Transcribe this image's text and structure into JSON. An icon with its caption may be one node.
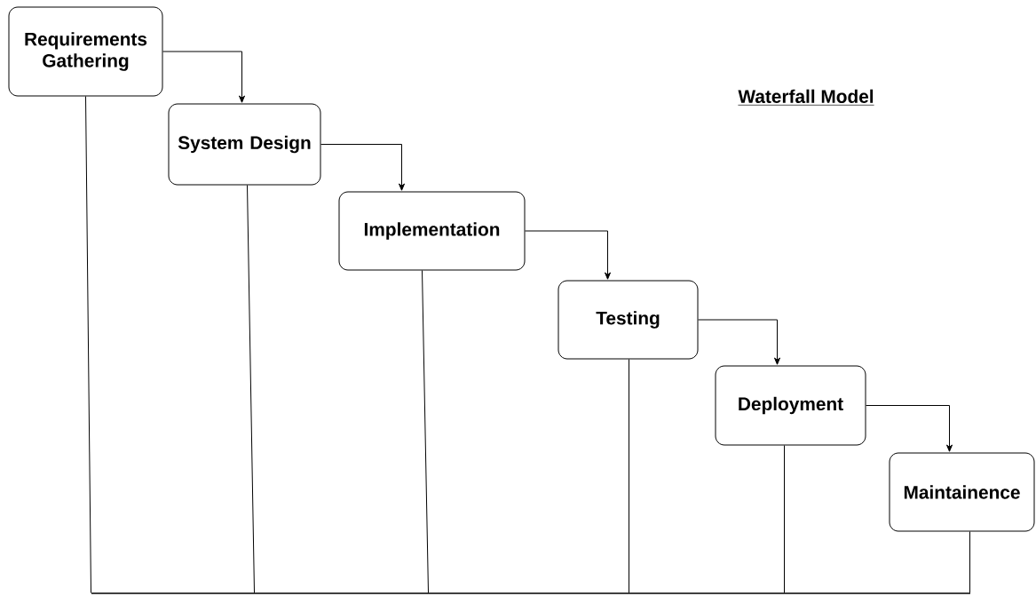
{
  "diagram": {
    "title": "Waterfall Model",
    "nodes": [
      {
        "text": [
          "Requirements Gathering"
        ]
      },
      {
        "text": [
          "System Design"
        ]
      },
      {
        "text": [
          "Implementation"
        ]
      },
      {
        "text": [
          "Testing"
        ]
      },
      {
        "text": [
          "Deployment"
        ]
      },
      {
        "text": [
          "Maintainence"
        ]
      },
      {
        "text": [],
        "shape": "bar"
      }
    ],
    "edges": [
      {
        "from": 0,
        "to": 1,
        "arrow": "to"
      },
      {
        "from": 1,
        "to": 2,
        "arrow": "to"
      },
      {
        "from": 2,
        "to": 3,
        "arrow": "to"
      },
      {
        "from": 3,
        "to": 4,
        "arrow": "to"
      },
      {
        "from": 4,
        "to": 5,
        "arrow": "to"
      },
      {
        "from": 0,
        "to": 6,
        "arrow": "none"
      },
      {
        "from": 1,
        "to": 6,
        "arrow": "none"
      },
      {
        "from": 2,
        "to": 6,
        "arrow": "none"
      },
      {
        "from": 3,
        "to": 6,
        "arrow": "none"
      },
      {
        "from": 4,
        "to": 6,
        "arrow": "none"
      },
      {
        "from": 5,
        "to": 6,
        "arrow": "none"
      }
    ]
  }
}
